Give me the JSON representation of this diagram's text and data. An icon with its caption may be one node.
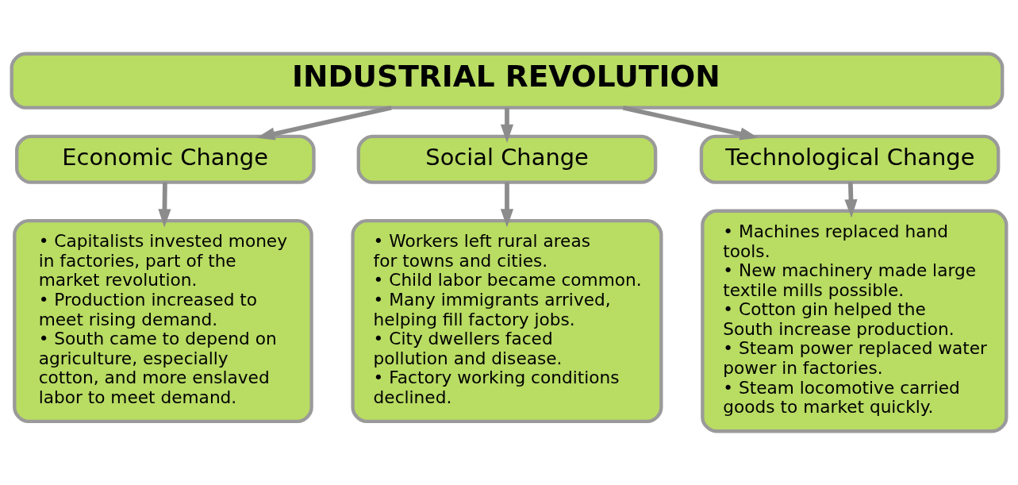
{
  "diagram": {
    "nodes": [
      {
        "text": [
          "INDUSTRIAL REVOLUTION"
        ]
      },
      {
        "text": [
          "Economic Change"
        ]
      },
      {
        "text": [
          "Social Change"
        ]
      },
      {
        "text": [
          "Technological Change"
        ]
      },
      {
        "text": [
          "• Capitalists invested money in factories, part of the market revolution.",
          "• Production increased to meet rising demand.",
          "• South came to depend on agriculture, especially cotton, and more enslaved labor to meet demand."
        ]
      },
      {
        "text": [
          "• Workers left rural areas for towns and cities.",
          "• Child labor became common.",
          "• Many immigrants arrived, helping fill factory jobs.",
          "• City dwellers faced pollution and disease.",
          "• Factory working conditions declined."
        ]
      },
      {
        "text": [
          "• Machines replaced hand tools.",
          "• New machinery made large textile mills possible.",
          "• Cotton gin helped the South increase production.",
          "• Steam power replaced water power in factories.",
          "• Steam locomotive carried goods to market quickly."
        ]
      }
    ],
    "edges": [
      {
        "from": 0,
        "to": 1,
        "arrow": "to"
      },
      {
        "from": 0,
        "to": 2,
        "arrow": "to"
      },
      {
        "from": 0,
        "to": 3,
        "arrow": "to"
      },
      {
        "from": 1,
        "to": 4,
        "arrow": "to"
      },
      {
        "from": 2,
        "to": 5,
        "arrow": "to"
      },
      {
        "from": 3,
        "to": 6,
        "arrow": "to"
      }
    ]
  }
}
